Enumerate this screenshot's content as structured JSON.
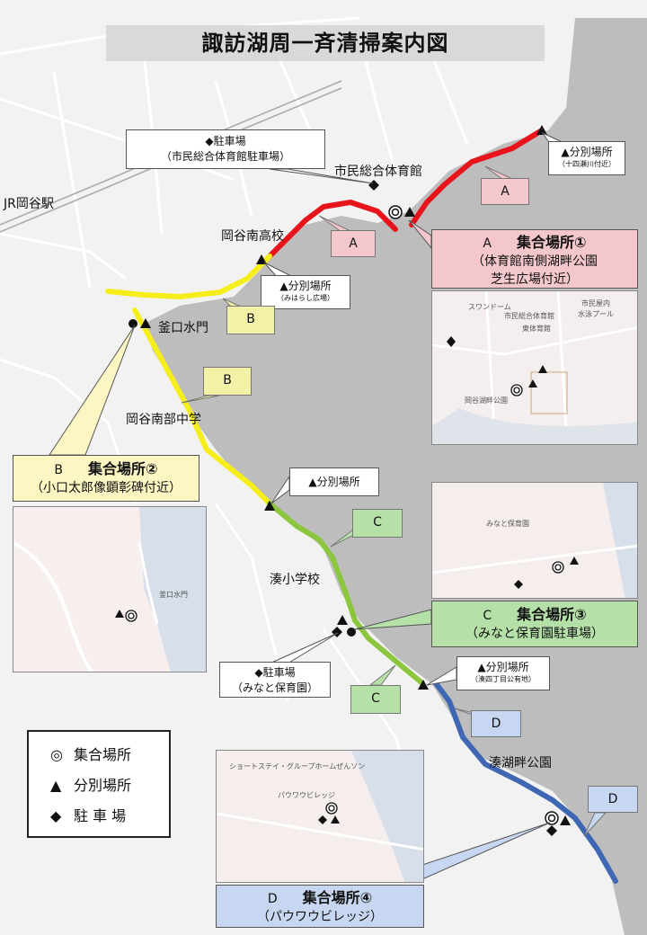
{
  "title": "諏訪湖周一斉清掃案内図",
  "colors": {
    "route_A": "#e8141c",
    "route_B": "#f6ee1a",
    "route_C": "#8cc63f",
    "route_D": "#3f67b4",
    "lake": "#bdbdbd",
    "land": "#f2f2f2",
    "road": "#ffffff"
  },
  "icons": {
    "assembly_point": "double-circle-icon",
    "sorting_point": "triangle-icon",
    "parking": "diamond-icon"
  },
  "places": {
    "jr_okaya": "JR岡谷駅",
    "gym": "市民総合体育館",
    "okaya_minami_high": "岡谷南高校",
    "kamaguchi_gate": "釜口水門",
    "okaya_nanbu_junior": "岡谷南部中学",
    "minato_elementary": "湊小学校",
    "minato_lakeside_park": "湊湖畔公園"
  },
  "callouts": {
    "parking_gym": {
      "line1": "◆駐車場",
      "line2": "（市民総合体育館駐車場）"
    },
    "sort_jushiseigawa": {
      "line1": "▲分別場所",
      "line2": "（十四瀬川付近）"
    },
    "sort_miharashi": {
      "line1": "▲分別場所",
      "line2": "（みはらし広場）"
    },
    "sort_mid": {
      "line1": "▲分別場所"
    },
    "parking_minato": {
      "line1": "◆駐車場",
      "line2": "（みなと保育園）"
    },
    "sort_minato4": {
      "line1": "▲分別場所",
      "line2": "（湊四丁目公有地）"
    }
  },
  "route_tags": {
    "a1": "A",
    "a2": "A",
    "b1": "B",
    "b2": "B",
    "c1": "C",
    "c2": "C",
    "d1": "D",
    "d2": "D"
  },
  "assembly": {
    "a": {
      "letter": "A",
      "title": "集合場所①",
      "line2": "（体育館南側湖畔公園",
      "line3": "芝生広場付近）"
    },
    "b": {
      "letter": "B",
      "title": "集合場所②",
      "line2": "（小口太郎像顕彰碑付近）"
    },
    "c": {
      "letter": "C",
      "title": "集合場所③",
      "line2": "（みなと保育園駐車場）"
    },
    "d": {
      "letter": "D",
      "title": "集合場所④",
      "line2": "（パウワウビレッジ）"
    }
  },
  "insets": {
    "a": {
      "labels": [
        "スワンドーム",
        "市民総合体育館",
        "市民屋内",
        "水泳プール",
        "東体育館",
        "岡谷湖畔公園"
      ]
    },
    "b": {
      "labels": [
        "釜口水門"
      ]
    },
    "c": {
      "labels": [
        "みなと保育園"
      ]
    },
    "d": {
      "labels": [
        "ショートステイ・グループホームぜんソン",
        "パウワウビレッジ"
      ]
    }
  },
  "legend": {
    "assembly": {
      "symbol": "◎",
      "label": "集合場所"
    },
    "sorting": {
      "symbol": "▲",
      "label": "分別場所"
    },
    "parking": {
      "symbol": "◆",
      "label": "駐 車 場"
    }
  }
}
